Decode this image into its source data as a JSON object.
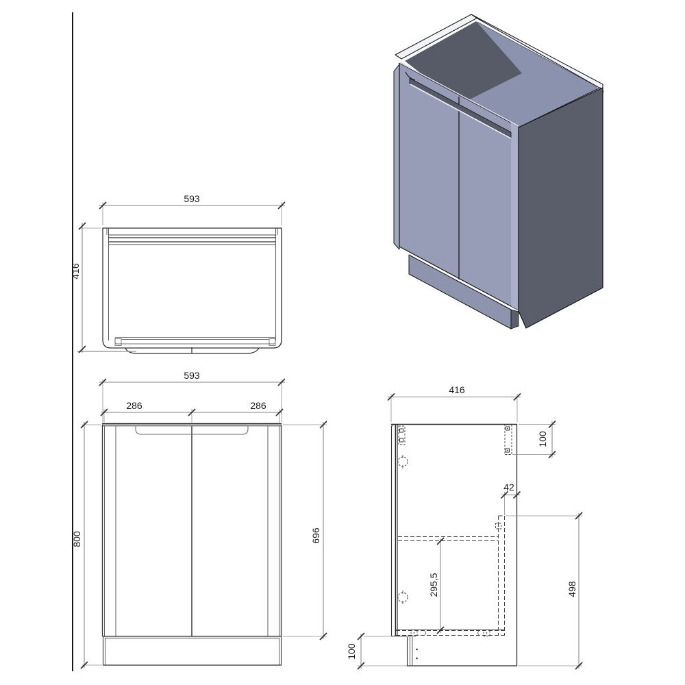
{
  "drawing": {
    "type": "technical-drawing",
    "subject": "bathroom vanity base cabinet with two doors",
    "colors": {
      "geometry_line": "#2e2e2e",
      "dimension_line": "#828282",
      "dimension_text": "#1b1b1d",
      "iso_door_face": "#979db7",
      "iso_door_edge_highlight": "#a9afc9",
      "iso_side_panel": "#5a5e6a",
      "iso_interior_dark": "#575b67",
      "iso_interior_wall": "#8b92ad",
      "iso_rim": "#f1f3f7",
      "iso_plinth": "#8e94ae",
      "iso_left_edge": "#a3a9c3",
      "iso_opening": "#ffffff"
    },
    "views": {
      "top": {
        "width": "593",
        "depth": "416"
      },
      "front": {
        "width": "593",
        "left_door": "286",
        "right_door": "286",
        "height": "800",
        "door_height": "696"
      },
      "side": {
        "depth": "416",
        "top_rail": "100",
        "back_offset": "42",
        "shelf_span": "295,5",
        "back_panel": "498",
        "plinth": "100"
      }
    }
  }
}
